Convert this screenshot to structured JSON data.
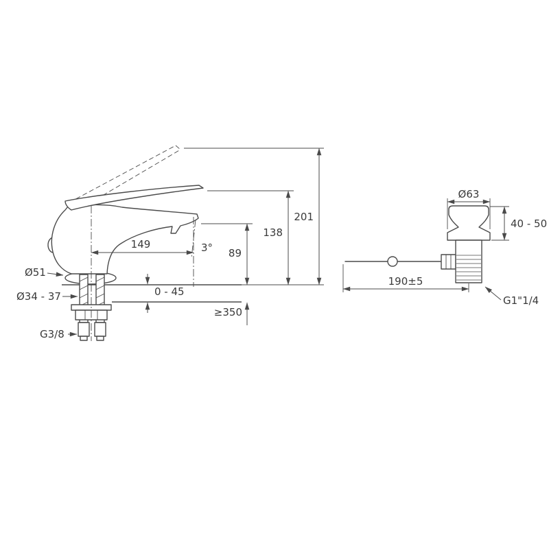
{
  "page": {
    "kind": "technical dimensional drawing",
    "subject": "basin mixer faucet with pop-up waste"
  },
  "colors": {
    "background": "#ffffff",
    "line": "#4a4a4a",
    "text": "#3a3a3a"
  },
  "faucet_view": {
    "name": "faucet side elevation",
    "dims": {
      "overall_height": "201",
      "handle_height": "138",
      "spout_height": "89",
      "spout_reach": "149",
      "spout_angle": "3°",
      "base_diameter": "Ø51",
      "mount_hole": "Ø34 - 37",
      "deck_thickness": "0 - 45",
      "hose_min_length": "≥350",
      "inlet_thread": "G3/8"
    }
  },
  "drain_view": {
    "name": "pop-up waste side elevation",
    "dims": {
      "flange_diameter": "Ø63",
      "height_range": "40 - 50",
      "rod_length": "190±5",
      "waste_thread": "G1\"1/4"
    }
  }
}
